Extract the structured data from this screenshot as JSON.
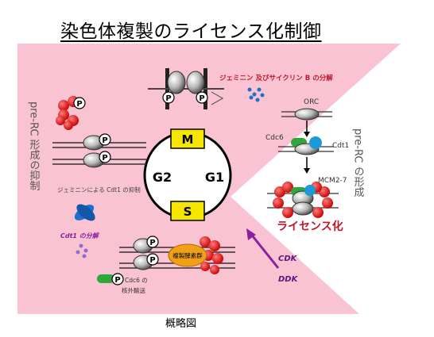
{
  "title": "染色体複製のライセンス化制御",
  "caption": "概略図",
  "cycle": {
    "m": "M",
    "g1": "G1",
    "g2": "G2",
    "s": "S"
  },
  "left": {
    "vertical_label": "pre-RC 形成の抑制",
    "geminin_cdt1": "ジェミニンによる Cdt1 の抑制",
    "cdt1_degradation": "Cdt1 の分解",
    "cdc6_line1": "Cdc6 の",
    "cdc6_line2": "核外輸送",
    "replication_enzymes": "複製酵素群",
    "phospho": "P"
  },
  "top": {
    "geminin_cyclin": "ジェミニン 及びサイクリン B の分解"
  },
  "right": {
    "vertical_label": "pre-RC の形成",
    "orc": "ORC",
    "cdc6": "Cdc6",
    "cdt1": "Cdt1",
    "mcm": "MCM2-7",
    "licensing": "ライセンス化"
  },
  "kinases": {
    "cdk": "CDK",
    "ddk": "DDK"
  },
  "colors": {
    "pink_region": "#f9c3d2",
    "red_protein": "#e01818",
    "yellow_box": "#f5e600",
    "arrow_purple": "#8a1fa0",
    "blue_protein": "#1c6fd0",
    "green_protein": "#2ea83a",
    "orange_enzyme": "#f0a018",
    "title_red": "#c0182a"
  }
}
